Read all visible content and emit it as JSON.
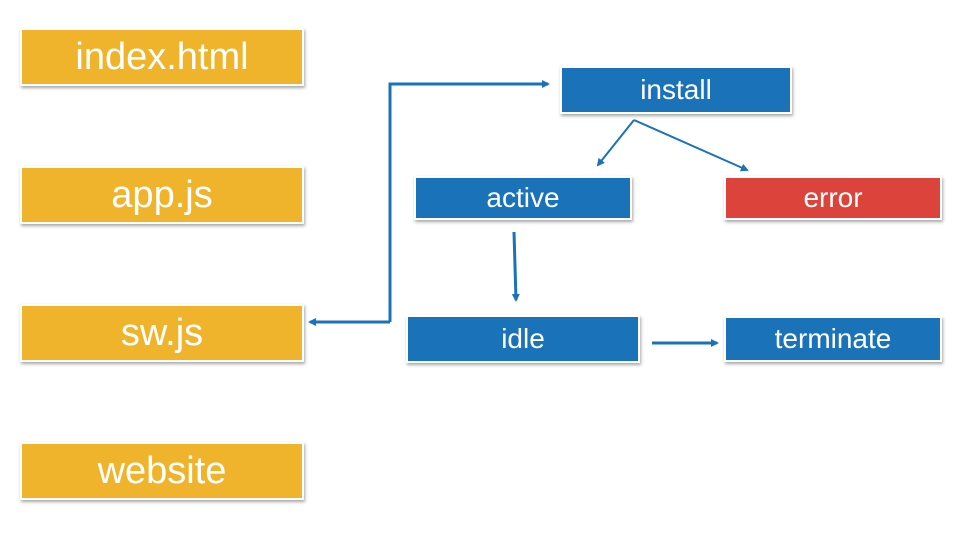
{
  "colors": {
    "file": "#f0b32c",
    "state": "#1a72b9",
    "error": "#dc433b",
    "connector": "#1a72b9"
  },
  "files": [
    {
      "label": "index.html"
    },
    {
      "label": "app.js"
    },
    {
      "label": "sw.js"
    },
    {
      "label": "website"
    }
  ],
  "states": {
    "install": "install",
    "active": "active",
    "error": "error",
    "idle": "idle",
    "terminate": "terminate"
  }
}
